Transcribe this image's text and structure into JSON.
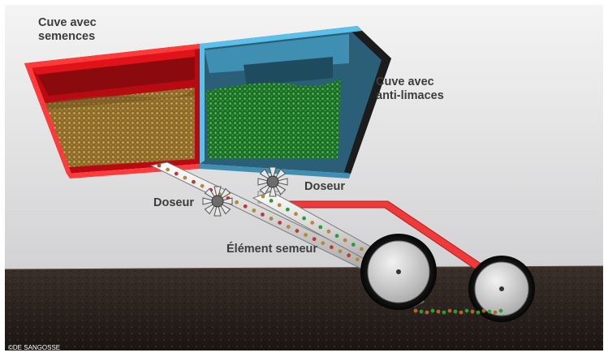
{
  "labels": {
    "seed_hopper": [
      "Cuve avec",
      "semences"
    ],
    "slug_hopper": [
      "Cuve avec",
      "anti-limaces"
    ],
    "doser_left": "Doseur",
    "doser_right": "Doseur",
    "sowing_element": "Élément semeur",
    "copyright": "©DE SANGOSSE"
  },
  "colors": {
    "seed_hopper": "#e0121a",
    "slug_hopper": "#3f8fb3",
    "seeds": "#b48a3a",
    "anti_slug_pellets": "#2e9b3a",
    "frame": "#ee3a3a",
    "wheels": "#d9d9d9",
    "ground": "#2a211d"
  },
  "icons": [
    "doser-rotor-icon",
    "wheel-icon"
  ]
}
